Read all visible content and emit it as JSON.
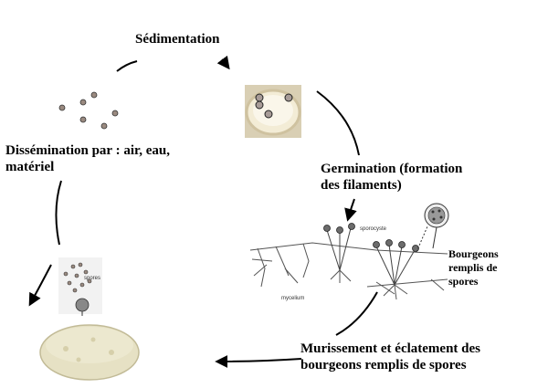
{
  "labels": {
    "sedimentation": "Sédimentation",
    "dissemination_line1": "Dissémination par : air, eau,",
    "dissemination_line2": "matériel",
    "germination_line1": "Germination (formation",
    "germination_line2": "des filaments)",
    "bourgeons_line1": "Bourgeons",
    "bourgeons_line2": "remplis de",
    "bourgeons_line3": "spores",
    "murissement_line1": "Murissement et éclatement des",
    "murissement_line2": "bourgeons remplis de spores"
  },
  "image_labels": {
    "sporocyste": "sporocyste",
    "mycelium": "mycelium",
    "spores": "spores"
  },
  "colors": {
    "arrow": "#000000",
    "spore_fill": "#9a8a80",
    "spore_stroke": "#333333",
    "cheese": "#e6e1c4",
    "dish_rim": "#cfc2a0"
  }
}
